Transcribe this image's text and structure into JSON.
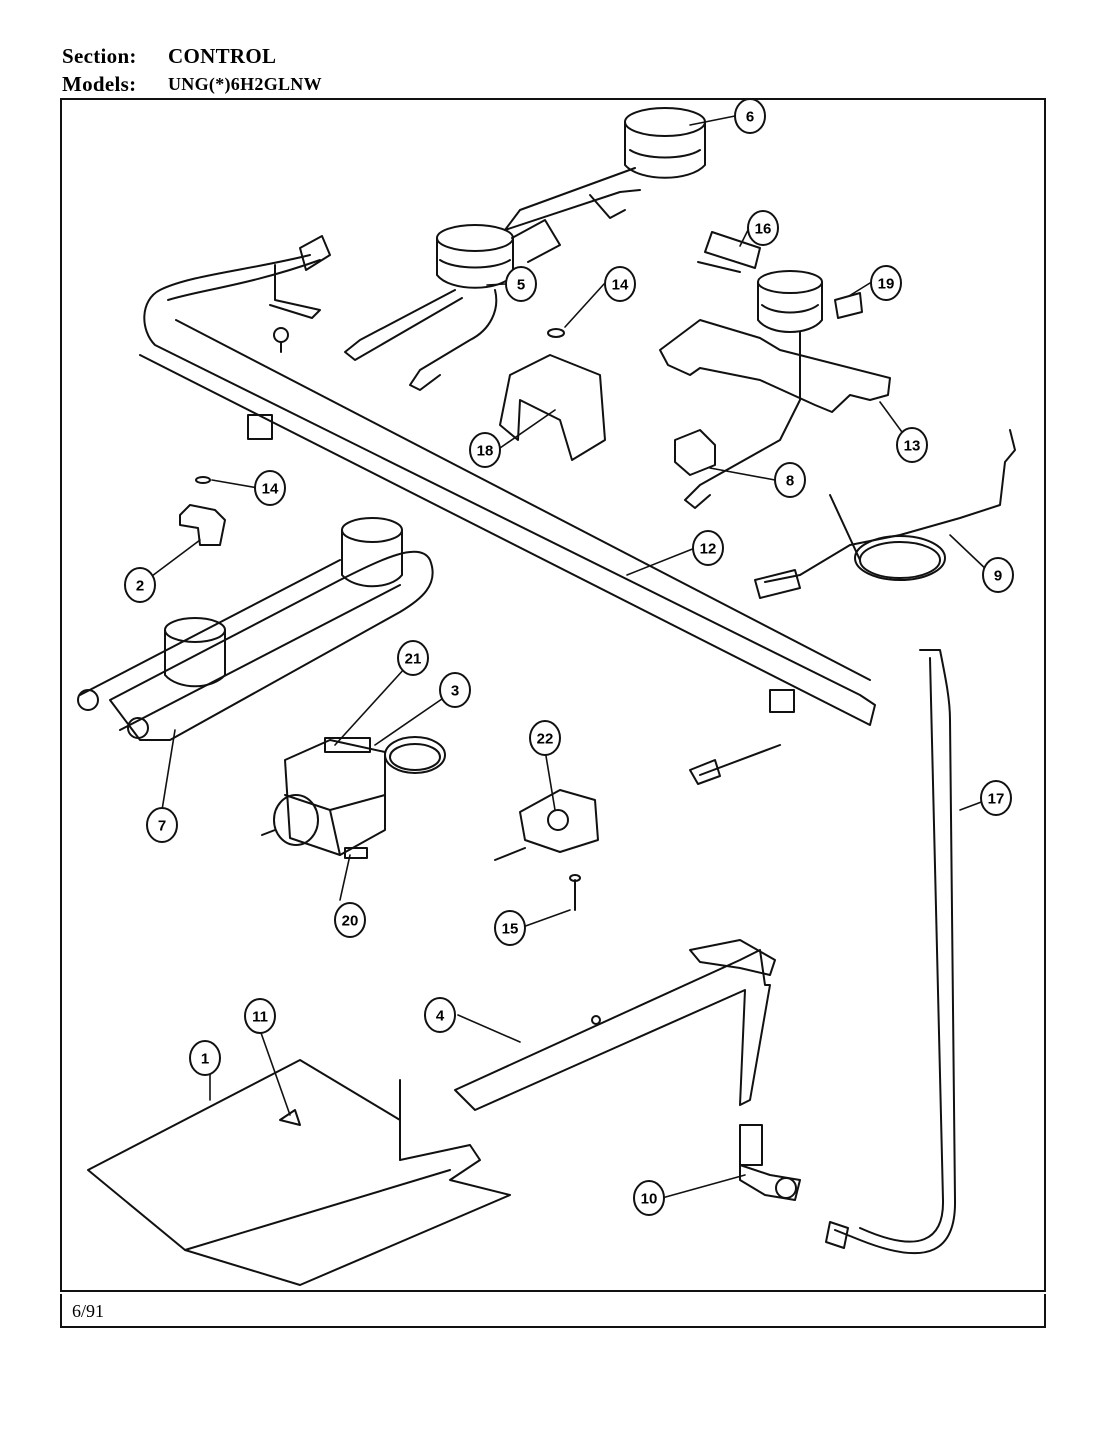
{
  "header": {
    "section_label": "Section:",
    "section_value": "CONTROL",
    "models_label": "Models:",
    "models_value": "UNG(*)6H2GLNW"
  },
  "footer": {
    "date": "6/91"
  },
  "callouts": [
    "1",
    "2",
    "3",
    "4",
    "5",
    "6",
    "7",
    "8",
    "9",
    "10",
    "11",
    "12",
    "13",
    "14",
    "14",
    "15",
    "16",
    "17",
    "18",
    "19",
    "20",
    "21",
    "22"
  ]
}
